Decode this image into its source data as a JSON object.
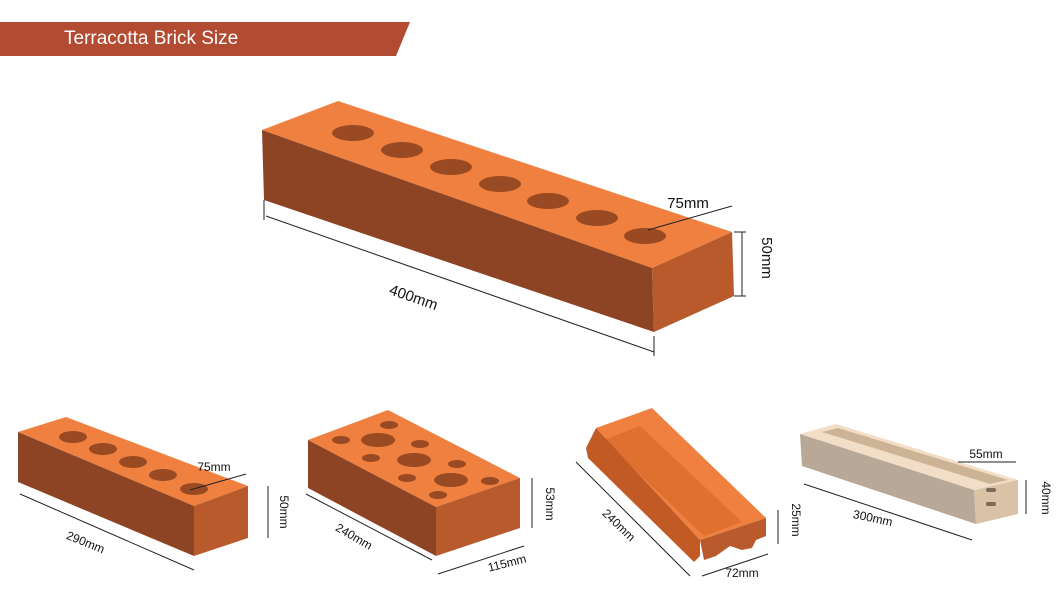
{
  "header": {
    "title": "Terracotta Brick Size"
  },
  "colors": {
    "banner": "#b34a32",
    "brick_top": "#f08040",
    "brick_front": "#8c4424",
    "brick_side": "#b85a2c",
    "hole": "#9a4a22",
    "beige_top": "#f2ddc6",
    "beige_front": "#b8a898",
    "beige_side": "#d9c2a6"
  },
  "bricks": [
    {
      "name": "large-perforated-brick",
      "width_label": "75mm",
      "height_label": "50mm",
      "length_label": "400mm",
      "holes": 7
    },
    {
      "name": "small-perforated-brick",
      "width_label": "75mm",
      "height_label": "50mm",
      "length_label": "290mm",
      "holes": 5
    },
    {
      "name": "multi-hole-brick",
      "length_label": "240mm",
      "height_label": "53mm",
      "width_label": "115mm"
    },
    {
      "name": "grooved-profile-brick",
      "length_label": "240mm",
      "height_label": "25mm",
      "width_label": "72mm"
    },
    {
      "name": "slotted-beige-brick",
      "width_label": "55mm",
      "length_label": "300mm",
      "height_label": "40mm"
    }
  ]
}
